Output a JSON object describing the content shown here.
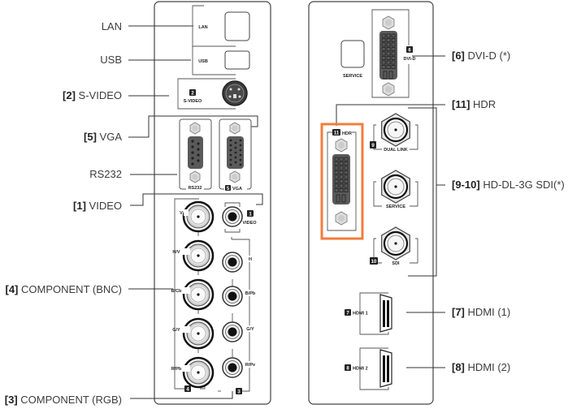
{
  "title": "Rear panel connectors",
  "left_labels": [
    {
      "num": "",
      "text": "LAN"
    },
    {
      "num": "",
      "text": "USB"
    },
    {
      "num": "[2]",
      "text": "S-VIDEO"
    },
    {
      "num": "[5]",
      "text": "VGA"
    },
    {
      "num": "",
      "text": "RS232"
    },
    {
      "num": "[1]",
      "text": "VIDEO"
    },
    {
      "num": "[4]",
      "text": "COMPONENT (BNC)"
    },
    {
      "num": "[3]",
      "text": "COMPONENT (RGB)"
    }
  ],
  "right_labels": [
    {
      "num": "[6]",
      "text": "DVI-D (*)"
    },
    {
      "num": "[11]",
      "text": "HDR"
    },
    {
      "num": "[9-10]",
      "text": "HD-DL-3G SDI(*)"
    },
    {
      "num": "[7]",
      "text": "HDMI (1)"
    },
    {
      "num": "[8]",
      "text": "HDMI (2)"
    }
  ],
  "left_panel": {
    "lan": "LAN",
    "usb": "USB",
    "svideo": {
      "badge": "2",
      "label": "S-VIDEO"
    },
    "rs232": "RS232",
    "vga": {
      "badge": "5",
      "label": "VGA"
    },
    "video": {
      "badge": "1",
      "label": "VIDEO"
    },
    "bnc_labels": [
      "V",
      "H/V",
      "B/Cb",
      "G/Y",
      "R/Pb"
    ],
    "bnc_badge": "4",
    "rca_labels": [
      "H",
      "B/Pb",
      "G/Y",
      "R/Pv"
    ],
    "rca_badge": "3"
  },
  "right_panel": {
    "service_button": "SERVICE",
    "dvi": {
      "badge": "6",
      "label": "DVI-D"
    },
    "hdr": {
      "badge": "11",
      "label": "HDR"
    },
    "sdi": [
      {
        "badge": "9",
        "label": "DUAL LINK"
      },
      {
        "badge": "",
        "label": "SERVICE"
      },
      {
        "badge": "10",
        "label": "SDI"
      }
    ],
    "hdmi": [
      {
        "badge": "7",
        "label": "HDMI 1"
      },
      {
        "badge": "8",
        "label": "HDMI 2"
      }
    ]
  },
  "highlight_color": "#f47c3c"
}
